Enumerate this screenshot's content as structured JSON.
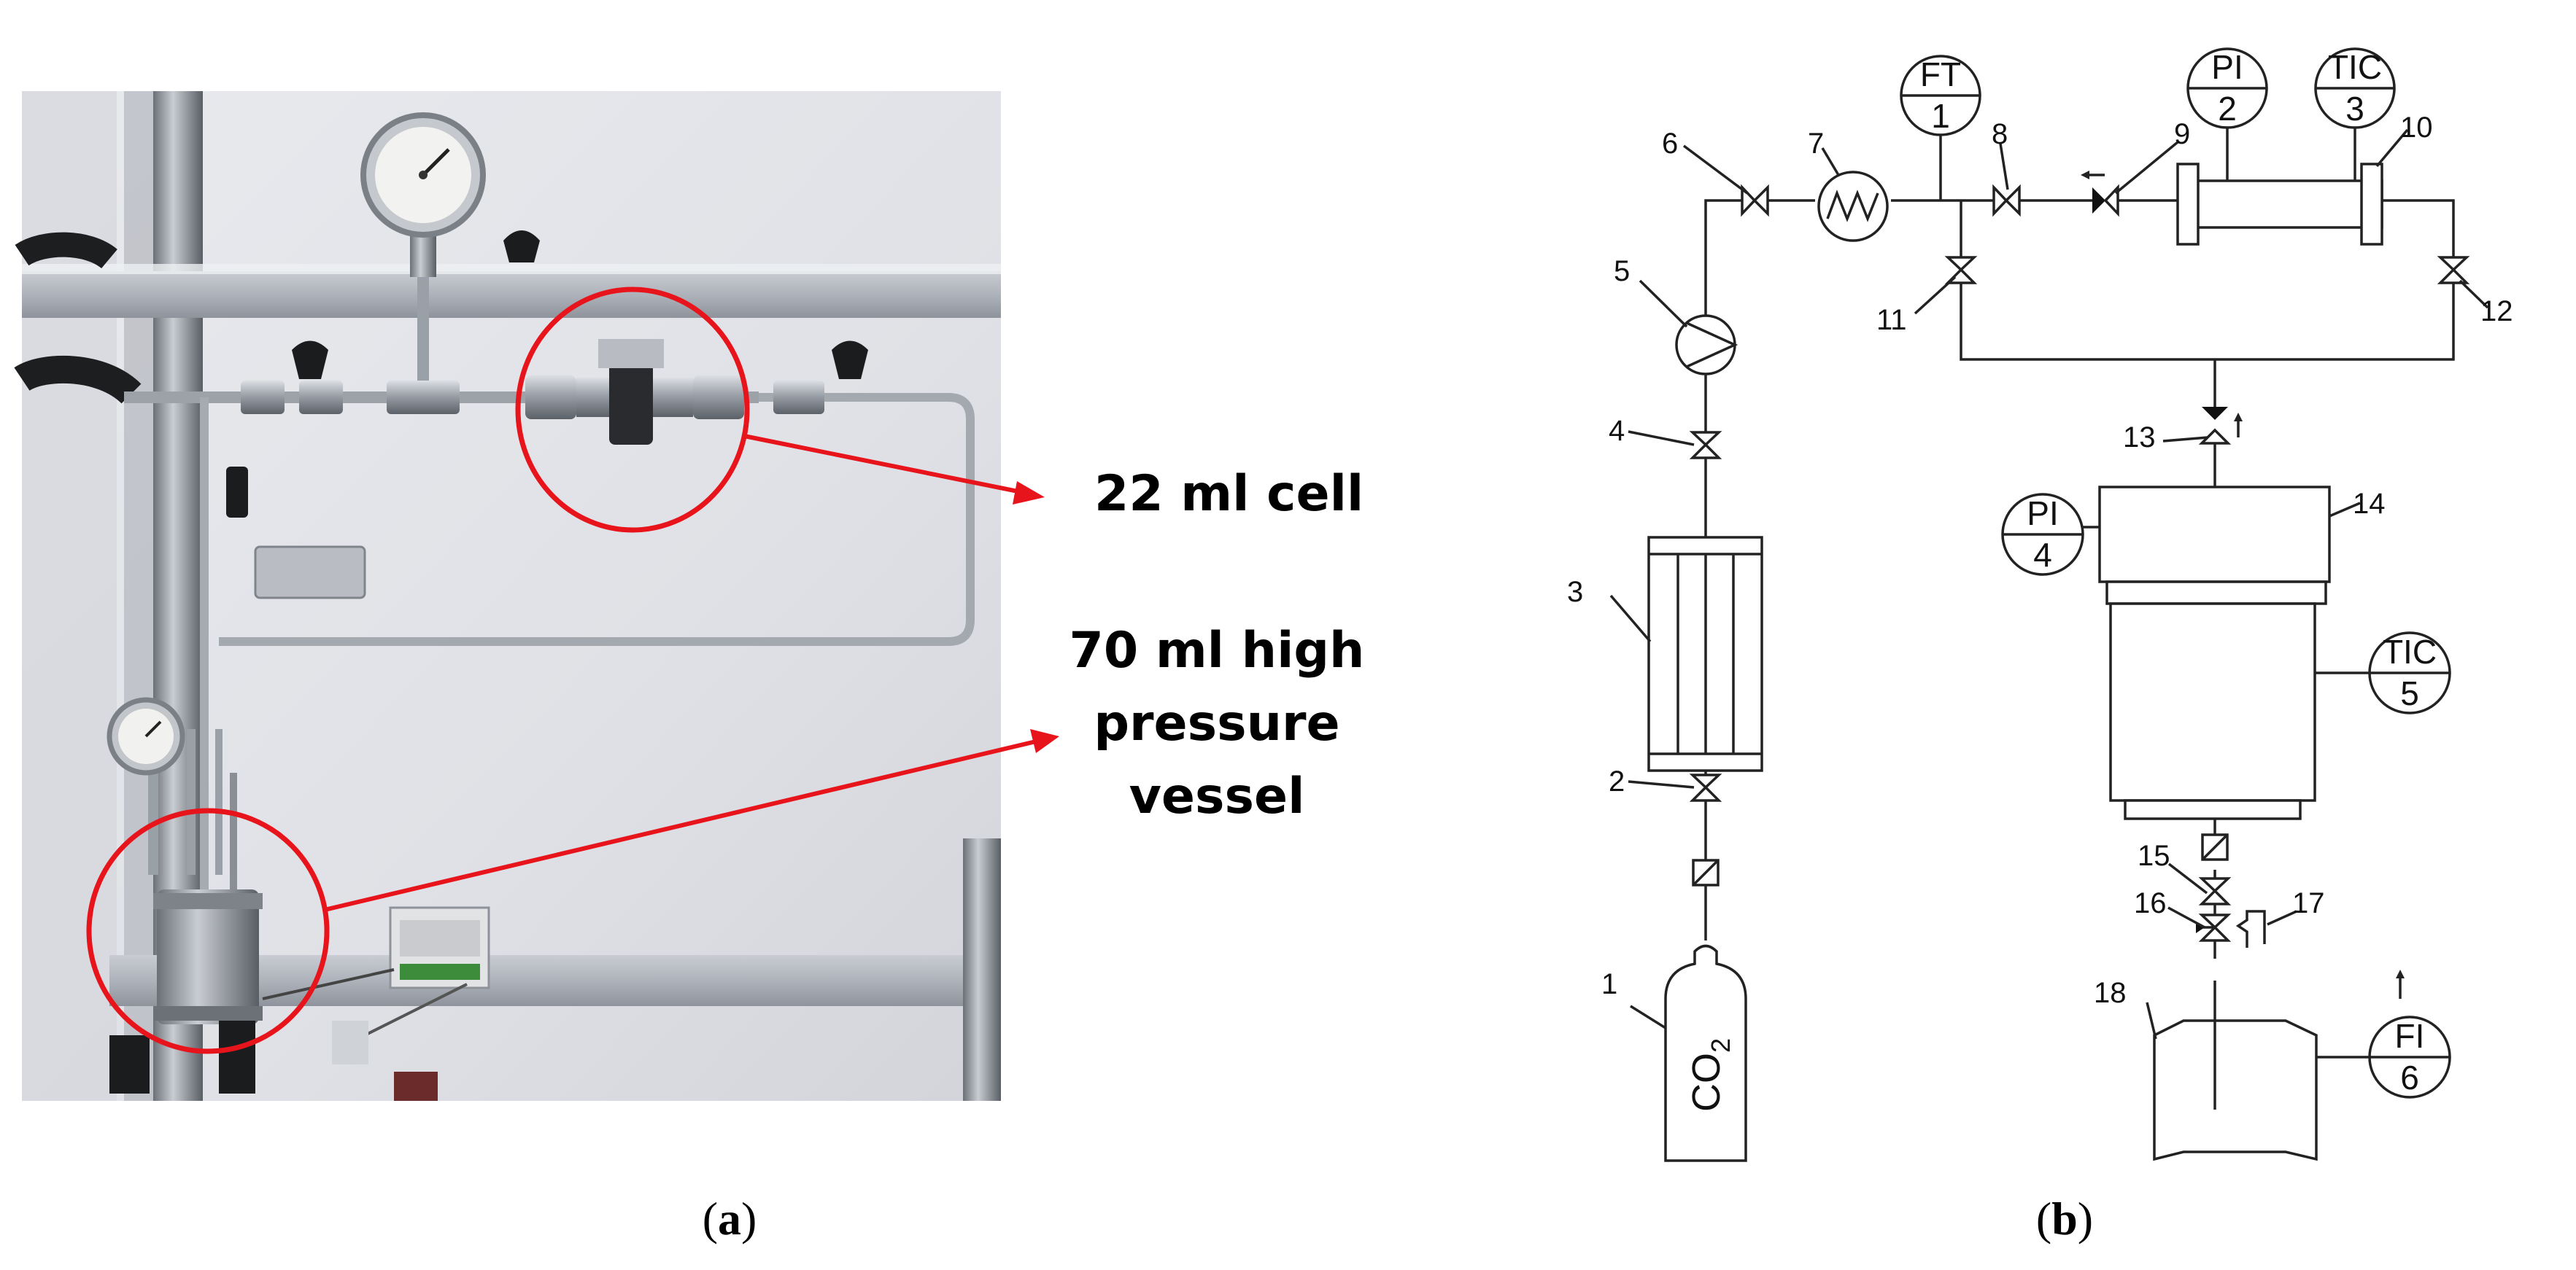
{
  "panel_a": {
    "caption_open": "(",
    "caption_letter": "a",
    "caption_close": ")",
    "cell_label": "22 ml cell",
    "vessel_label_lines": [
      "70 ml high",
      "pressure",
      "vessel"
    ],
    "highlight_color": "#e8141b"
  },
  "panel_b": {
    "caption_open": "(",
    "caption_letter": "b",
    "caption_close": ")",
    "instruments": [
      {
        "tag": "FT",
        "num": "1"
      },
      {
        "tag": "PI",
        "num": "2"
      },
      {
        "tag": "TIC",
        "num": "3"
      },
      {
        "tag": "PI",
        "num": "4"
      },
      {
        "tag": "TIC",
        "num": "5"
      },
      {
        "tag": "FI",
        "num": "6"
      }
    ],
    "cylinder_label": "CO",
    "cylinder_subscript": "2",
    "equipment_numbers": [
      "1",
      "2",
      "3",
      "4",
      "5",
      "6",
      "7",
      "8",
      "9",
      "10",
      "11",
      "12",
      "13",
      "14",
      "15",
      "16",
      "17",
      "18"
    ]
  }
}
